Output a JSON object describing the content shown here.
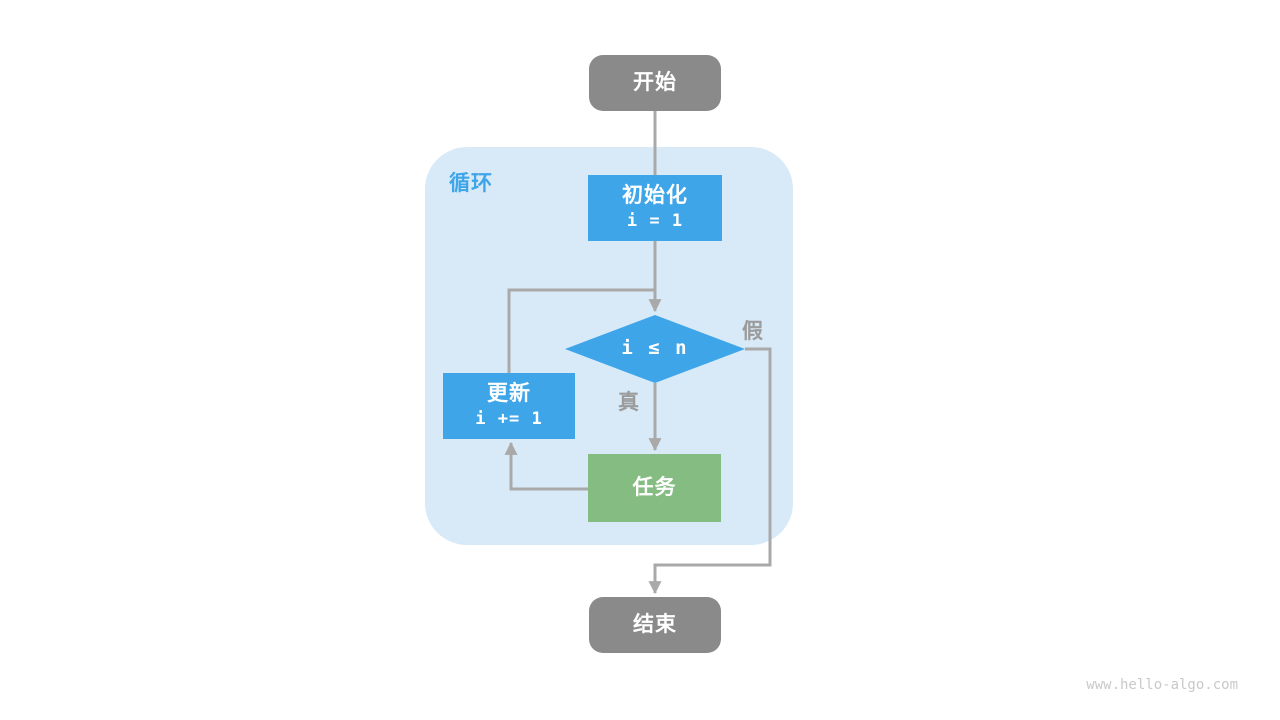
{
  "flowchart": {
    "container_label": "循环",
    "nodes": {
      "start": {
        "label": "开始"
      },
      "init": {
        "label": "初始化",
        "code": "i = 1"
      },
      "condition": {
        "expression": "i ≤ n"
      },
      "update": {
        "label": "更新",
        "code": "i += 1"
      },
      "task": {
        "label": "任务"
      },
      "end": {
        "label": "结束"
      }
    },
    "branch_labels": {
      "true": "真",
      "false": "假"
    },
    "colors": {
      "terminal_gray": "#8A8A8A",
      "process_blue": "#3FA5E9",
      "task_green": "#85BC82",
      "loop_container_bg": "#D8EAF8",
      "loop_label_blue": "#3FA5E9",
      "arrow_gray": "#A9A9A9",
      "branch_label_gray": "#9B9B9B",
      "node_text": "#FFFFFF"
    }
  },
  "watermark": "www.hello-algo.com"
}
